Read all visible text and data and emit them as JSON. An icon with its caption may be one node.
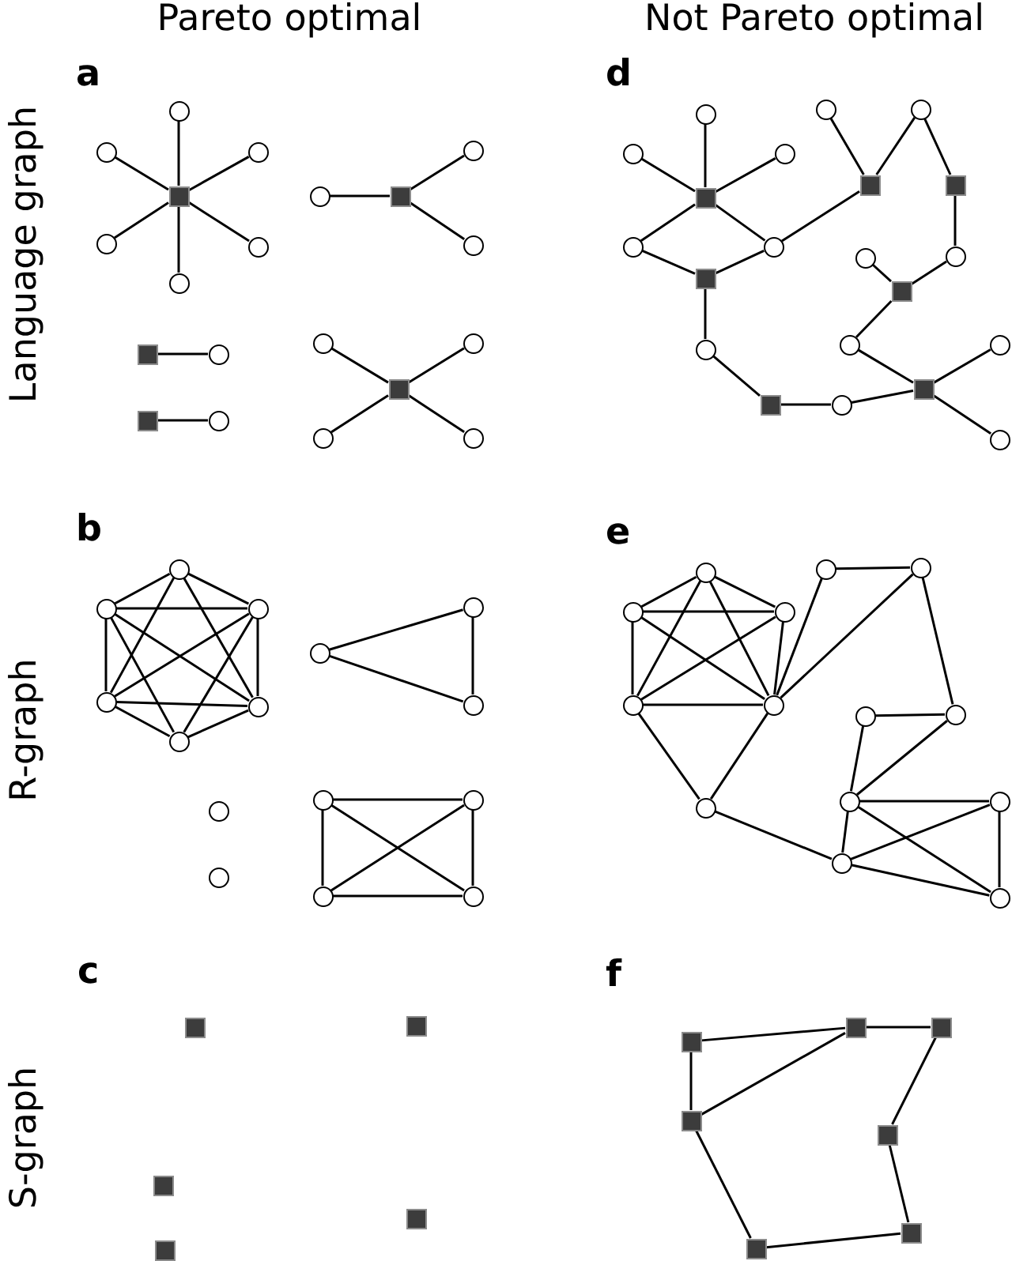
{
  "diagram": {
    "nodes": [
      {
        "text": [],
        "shape": "circle"
      },
      {
        "text": [],
        "shape": "circle"
      },
      {
        "text": [],
        "shape": "circle"
      },
      {
        "text": [],
        "shape": "circle"
      },
      {
        "text": [],
        "shape": "square"
      },
      {
        "text": [],
        "shape": "circle"
      },
      {
        "text": [],
        "shape": "square"
      },
      {
        "text": [],
        "shape": "circle"
      },
      {
        "text": [],
        "shape": "circle"
      },
      {
        "text": [],
        "shape": "circle"
      },
      {
        "text": [],
        "shape": "circle"
      },
      {
        "text": [],
        "shape": "circle"
      },
      {
        "text": [],
        "shape": "circle"
      },
      {
        "text": [],
        "shape": "square"
      },
      {
        "text": [],
        "shape": "circle"
      },
      {
        "text": [],
        "shape": "square"
      },
      {
        "text": [],
        "shape": "square"
      },
      {
        "text": [],
        "shape": "circle"
      },
      {
        "text": [],
        "shape": "circle"
      },
      {
        "text": [],
        "shape": "circle"
      },
      {
        "text": [],
        "shape": "circle"
      },
      {
        "text": [],
        "shape": "circle"
      },
      {
        "text": [],
        "shape": "circle"
      },
      {
        "text": [],
        "shape": "circle"
      },
      {
        "text": [],
        "shape": "circle"
      },
      {
        "text": [],
        "shape": "square"
      },
      {
        "text": [],
        "shape": "square"
      },
      {
        "text": [],
        "shape": "square"
      },
      {
        "text": [],
        "shape": "circle"
      },
      {
        "text": [],
        "shape": "circle"
      },
      {
        "text": [],
        "shape": "circle"
      },
      {
        "text": [],
        "shape": "circle"
      },
      {
        "text": [],
        "shape": "square"
      },
      {
        "text": [],
        "shape": "square"
      },
      {
        "text": [],
        "shape": "circle"
      },
      {
        "text": [],
        "shape": "circle"
      },
      {
        "text": [],
        "shape": "circle"
      },
      {
        "text": [],
        "shape": "square"
      },
      {
        "text": [],
        "shape": "square"
      },
      {
        "text": [],
        "shape": "circle"
      },
      {
        "text": [],
        "shape": "circle"
      },
      {
        "text": [],
        "shape": "circle"
      },
      {
        "text": [],
        "shape": "circle"
      },
      {
        "text": [],
        "shape": "circle"
      },
      {
        "text": [],
        "shape": "circle"
      },
      {
        "text": [],
        "shape": "circle"
      },
      {
        "text": [],
        "shape": "circle"
      },
      {
        "text": [],
        "shape": "circle"
      },
      {
        "text": [],
        "shape": "circle"
      },
      {
        "text": [],
        "shape": "circle"
      },
      {
        "text": [],
        "shape": "circle"
      },
      {
        "text": [],
        "shape": "circle"
      },
      {
        "text": [],
        "shape": "circle"
      },
      {
        "text": [],
        "shape": "circle"
      },
      {
        "text": [],
        "shape": "circle"
      },
      {
        "text": [],
        "shape": "circle"
      },
      {
        "text": [],
        "shape": "circle"
      },
      {
        "text": [],
        "shape": "circle"
      },
      {
        "text": [],
        "shape": "circle"
      },
      {
        "text": [],
        "shape": "circle"
      },
      {
        "text": [],
        "shape": "circle"
      },
      {
        "text": [],
        "shape": "circle"
      },
      {
        "text": [],
        "shape": "circle"
      },
      {
        "text": [],
        "shape": "circle"
      },
      {
        "text": [],
        "shape": "circle"
      },
      {
        "text": [],
        "shape": "circle"
      },
      {
        "text": [],
        "shape": "circle"
      },
      {
        "text": [],
        "shape": "circle"
      },
      {
        "text": [],
        "shape": "circle"
      },
      {
        "text": [],
        "shape": "circle"
      },
      {
        "text": [],
        "shape": "square"
      },
      {
        "text": [],
        "shape": "square"
      },
      {
        "text": [],
        "shape": "square"
      },
      {
        "text": [],
        "shape": "square"
      },
      {
        "text": [],
        "shape": "square"
      },
      {
        "text": [],
        "shape": "square"
      },
      {
        "text": [],
        "shape": "square"
      },
      {
        "text": [],
        "shape": "square"
      },
      {
        "text": [],
        "shape": "square"
      },
      {
        "text": [],
        "shape": "square"
      },
      {
        "text": [],
        "shape": "square"
      },
      {
        "text": [],
        "shape": "square"
      }
    ],
    "edges": [
      {
        "from": 0,
        "to": 4,
        "arrow": "none"
      },
      {
        "from": 1,
        "to": 4,
        "arrow": "none"
      },
      {
        "from": 2,
        "to": 4,
        "arrow": "none"
      },
      {
        "from": 3,
        "to": 6,
        "arrow": "none"
      },
      {
        "from": 4,
        "to": 7,
        "arrow": "none"
      },
      {
        "from": 4,
        "to": 8,
        "arrow": "none"
      },
      {
        "from": 4,
        "to": 10,
        "arrow": "none"
      },
      {
        "from": 5,
        "to": 6,
        "arrow": "none"
      },
      {
        "from": 6,
        "to": 9,
        "arrow": "none"
      },
      {
        "from": 11,
        "to": 15,
        "arrow": "none"
      },
      {
        "from": 12,
        "to": 15,
        "arrow": "none"
      },
      {
        "from": 13,
        "to": 14,
        "arrow": "none"
      },
      {
        "from": 15,
        "to": 18,
        "arrow": "none"
      },
      {
        "from": 15,
        "to": 19,
        "arrow": "none"
      },
      {
        "from": 16,
        "to": 17,
        "arrow": "none"
      },
      {
        "from": 20,
        "to": 25,
        "arrow": "none"
      },
      {
        "from": 21,
        "to": 26,
        "arrow": "none"
      },
      {
        "from": 22,
        "to": 26,
        "arrow": "none"
      },
      {
        "from": 22,
        "to": 27,
        "arrow": "none"
      },
      {
        "from": 23,
        "to": 25,
        "arrow": "none"
      },
      {
        "from": 24,
        "to": 25,
        "arrow": "none"
      },
      {
        "from": 25,
        "to": 28,
        "arrow": "none"
      },
      {
        "from": 25,
        "to": 29,
        "arrow": "none"
      },
      {
        "from": 26,
        "to": 29,
        "arrow": "none"
      },
      {
        "from": 27,
        "to": 31,
        "arrow": "none"
      },
      {
        "from": 28,
        "to": 32,
        "arrow": "none"
      },
      {
        "from": 29,
        "to": 32,
        "arrow": "none"
      },
      {
        "from": 30,
        "to": 33,
        "arrow": "none"
      },
      {
        "from": 31,
        "to": 33,
        "arrow": "none"
      },
      {
        "from": 32,
        "to": 34,
        "arrow": "none"
      },
      {
        "from": 33,
        "to": 35,
        "arrow": "none"
      },
      {
        "from": 34,
        "to": 38,
        "arrow": "none"
      },
      {
        "from": 35,
        "to": 37,
        "arrow": "none"
      },
      {
        "from": 36,
        "to": 37,
        "arrow": "none"
      },
      {
        "from": 37,
        "to": 39,
        "arrow": "none"
      },
      {
        "from": 37,
        "to": 40,
        "arrow": "none"
      },
      {
        "from": 38,
        "to": 39,
        "arrow": "none"
      },
      {
        "from": 41,
        "to": 42,
        "arrow": "none"
      },
      {
        "from": 41,
        "to": 43,
        "arrow": "none"
      },
      {
        "from": 41,
        "to": 46,
        "arrow": "none"
      },
      {
        "from": 41,
        "to": 47,
        "arrow": "none"
      },
      {
        "from": 42,
        "to": 43,
        "arrow": "none"
      },
      {
        "from": 42,
        "to": 46,
        "arrow": "none"
      },
      {
        "from": 42,
        "to": 47,
        "arrow": "none"
      },
      {
        "from": 42,
        "to": 49,
        "arrow": "none"
      },
      {
        "from": 43,
        "to": 46,
        "arrow": "none"
      },
      {
        "from": 43,
        "to": 47,
        "arrow": "none"
      },
      {
        "from": 43,
        "to": 49,
        "arrow": "none"
      },
      {
        "from": 44,
        "to": 45,
        "arrow": "none"
      },
      {
        "from": 44,
        "to": 48,
        "arrow": "none"
      },
      {
        "from": 45,
        "to": 48,
        "arrow": "none"
      },
      {
        "from": 46,
        "to": 47,
        "arrow": "none"
      },
      {
        "from": 46,
        "to": 49,
        "arrow": "none"
      },
      {
        "from": 47,
        "to": 49,
        "arrow": "none"
      },
      {
        "from": 50,
        "to": 51,
        "arrow": "none"
      },
      {
        "from": 50,
        "to": 54,
        "arrow": "none"
      },
      {
        "from": 50,
        "to": 55,
        "arrow": "none"
      },
      {
        "from": 51,
        "to": 54,
        "arrow": "none"
      },
      {
        "from": 51,
        "to": 55,
        "arrow": "none"
      },
      {
        "from": 54,
        "to": 55,
        "arrow": "none"
      },
      {
        "from": 56,
        "to": 59,
        "arrow": "none"
      },
      {
        "from": 56,
        "to": 60,
        "arrow": "none"
      },
      {
        "from": 56,
        "to": 61,
        "arrow": "none"
      },
      {
        "from": 56,
        "to": 62,
        "arrow": "none"
      },
      {
        "from": 57,
        "to": 58,
        "arrow": "none"
      },
      {
        "from": 57,
        "to": 62,
        "arrow": "none"
      },
      {
        "from": 58,
        "to": 62,
        "arrow": "none"
      },
      {
        "from": 58,
        "to": 64,
        "arrow": "none"
      },
      {
        "from": 59,
        "to": 60,
        "arrow": "none"
      },
      {
        "from": 59,
        "to": 61,
        "arrow": "none"
      },
      {
        "from": 59,
        "to": 62,
        "arrow": "none"
      },
      {
        "from": 60,
        "to": 61,
        "arrow": "none"
      },
      {
        "from": 60,
        "to": 62,
        "arrow": "none"
      },
      {
        "from": 61,
        "to": 62,
        "arrow": "none"
      },
      {
        "from": 61,
        "to": 65,
        "arrow": "none"
      },
      {
        "from": 62,
        "to": 65,
        "arrow": "none"
      },
      {
        "from": 63,
        "to": 64,
        "arrow": "none"
      },
      {
        "from": 63,
        "to": 66,
        "arrow": "none"
      },
      {
        "from": 64,
        "to": 66,
        "arrow": "none"
      },
      {
        "from": 65,
        "to": 68,
        "arrow": "none"
      },
      {
        "from": 66,
        "to": 67,
        "arrow": "none"
      },
      {
        "from": 66,
        "to": 68,
        "arrow": "none"
      },
      {
        "from": 66,
        "to": 69,
        "arrow": "none"
      },
      {
        "from": 67,
        "to": 68,
        "arrow": "none"
      },
      {
        "from": 67,
        "to": 69,
        "arrow": "none"
      },
      {
        "from": 68,
        "to": 69,
        "arrow": "none"
      },
      {
        "from": 75,
        "to": 76,
        "arrow": "none"
      },
      {
        "from": 75,
        "to": 78,
        "arrow": "none"
      },
      {
        "from": 76,
        "to": 77,
        "arrow": "none"
      },
      {
        "from": 76,
        "to": 78,
        "arrow": "none"
      },
      {
        "from": 77,
        "to": 79,
        "arrow": "none"
      },
      {
        "from": 78,
        "to": 80,
        "arrow": "none"
      },
      {
        "from": 79,
        "to": 81,
        "arrow": "none"
      },
      {
        "from": 80,
        "to": 81,
        "arrow": "none"
      }
    ],
    "labels": [
      "Pareto optimal",
      "Not Pareto optimal",
      "Language graph",
      "a",
      "d",
      "R-graph",
      "b",
      "e",
      "S-graph",
      "c",
      "f"
    ]
  }
}
